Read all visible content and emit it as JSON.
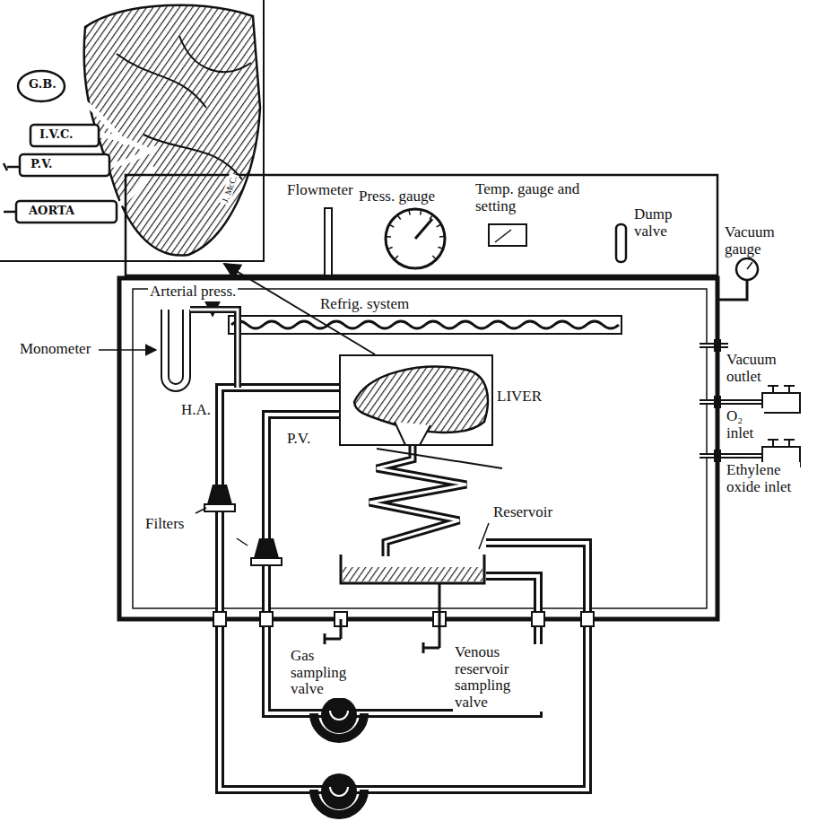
{
  "diagram": {
    "nodes": [
      {
        "text": [
          "G.B.",
          "I.V.C.",
          "P.V.",
          "AORTA"
        ]
      },
      {
        "text": [
          "LIVER"
        ]
      }
    ],
    "edges": [
      {
        "from": 1,
        "to": 0,
        "arrow": "to"
      }
    ],
    "labels": [
      "Flowmeter",
      "Press. gauge",
      "Temp. gauge and setting",
      "Dump valve",
      "Vacuum gauge",
      "Arterial press.",
      "Refrig. system",
      "Monometer",
      "H.A.",
      "P.V.",
      "Filters",
      "Reservoir",
      "Vacuum outlet",
      "O₂ inlet",
      "Ethylene oxide inlet",
      "Gas sampling valve",
      "Venous reservoir sampling valve",
      "J. McC."
    ]
  }
}
